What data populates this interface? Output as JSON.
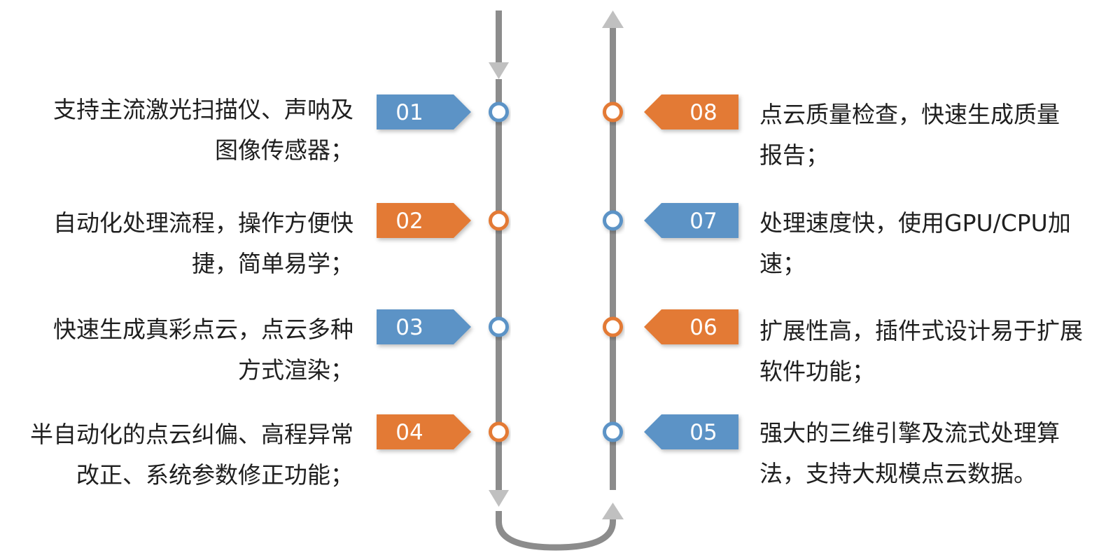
{
  "colors": {
    "blue": "#5b93c6",
    "orange": "#e37a35",
    "track": "#8c8c8c",
    "arrow": "#c0c0c0"
  },
  "left_items": [
    {
      "number": "01",
      "color": "blue",
      "lines": [
        "支持主流激光扫描仪、声呐及",
        "图像传感器；"
      ]
    },
    {
      "number": "02",
      "color": "orange",
      "lines": [
        "自动化处理流程，操作方便快",
        "捷，简单易学；"
      ]
    },
    {
      "number": "03",
      "color": "blue",
      "lines": [
        "快速生成真彩点云，点云多种",
        "方式渲染；"
      ]
    },
    {
      "number": "04",
      "color": "orange",
      "lines": [
        "半自动化的点云纠偏、高程异常",
        "改正、系统参数修正功能；"
      ]
    }
  ],
  "right_items": [
    {
      "number": "08",
      "color": "orange",
      "lines": [
        "点云质量检查，快速生成质量",
        "报告；"
      ]
    },
    {
      "number": "07",
      "color": "blue",
      "lines": [
        "处理速度快，使用GPU/CPU加",
        "速；"
      ]
    },
    {
      "number": "06",
      "color": "orange",
      "lines": [
        "扩展性高，插件式设计易于扩展",
        "软件功能；"
      ]
    },
    {
      "number": "05",
      "color": "blue",
      "lines": [
        "强大的三维引擎及流式处理算",
        "法，支持大规模点云数据。"
      ]
    }
  ]
}
